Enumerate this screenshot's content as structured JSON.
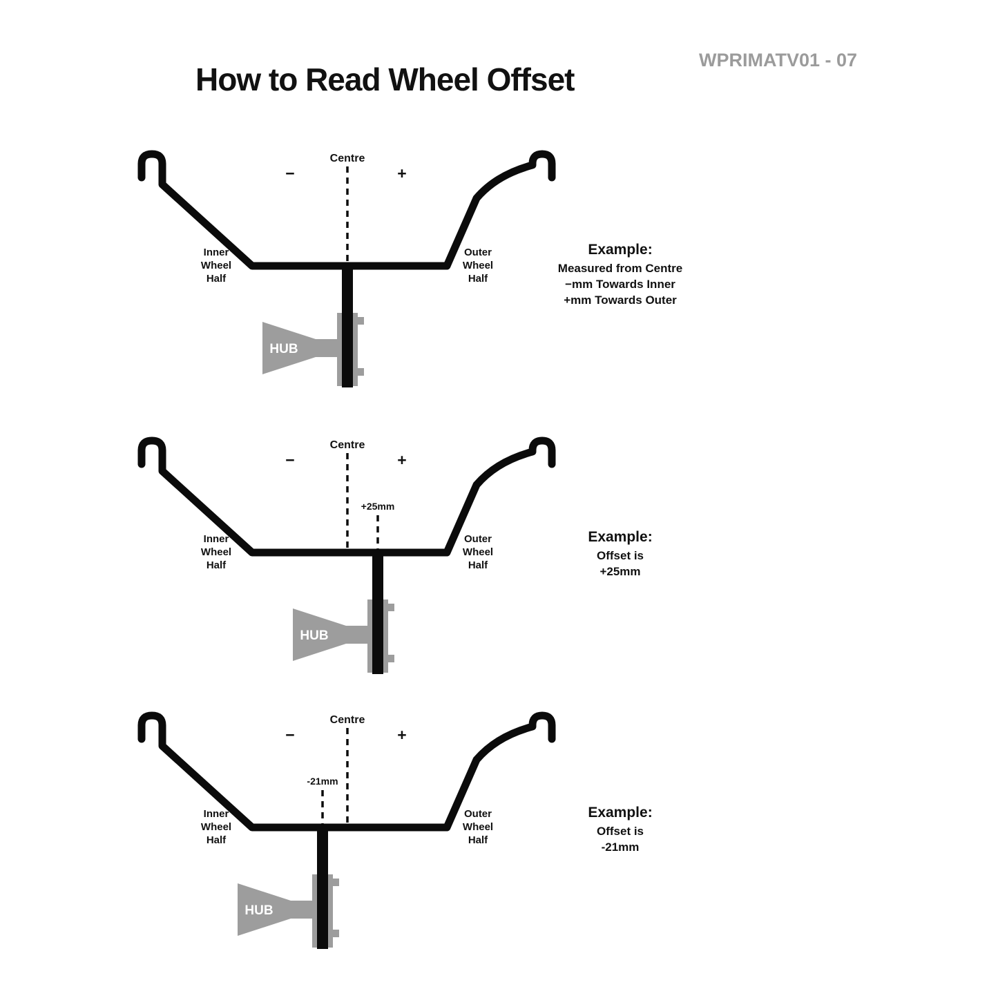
{
  "header": {
    "title": "How to Read Wheel Offset",
    "code": "WPRIMATV01 - 07"
  },
  "diagrams": [
    {
      "centre": "Centre",
      "minus": "−",
      "plus": "+",
      "inner": [
        "Inner",
        "Wheel",
        "Half"
      ],
      "outer": [
        "Outer",
        "Wheel",
        "Half"
      ],
      "hub": "HUB",
      "offset_marker": "",
      "example_heading": "Example:",
      "example_lines": [
        "Measured from Centre",
        "−mm Towards Inner",
        "+mm Towards Outer"
      ]
    },
    {
      "centre": "Centre",
      "minus": "−",
      "plus": "+",
      "inner": [
        "Inner",
        "Wheel",
        "Half"
      ],
      "outer": [
        "Outer",
        "Wheel",
        "Half"
      ],
      "hub": "HUB",
      "offset_marker": "+25mm",
      "example_heading": "Example:",
      "example_lines": [
        "Offset is",
        "+25mm"
      ]
    },
    {
      "centre": "Centre",
      "minus": "−",
      "plus": "+",
      "inner": [
        "Inner",
        "Wheel",
        "Half"
      ],
      "outer": [
        "Outer",
        "Wheel",
        "Half"
      ],
      "hub": "HUB",
      "offset_marker": "-21mm",
      "example_heading": "Example:",
      "example_lines": [
        "Offset is",
        "-21mm"
      ]
    }
  ],
  "colors": {
    "line": "#0b0b0b",
    "hub_gray": "#9d9d9d",
    "code_gray": "#9b9b9b"
  }
}
